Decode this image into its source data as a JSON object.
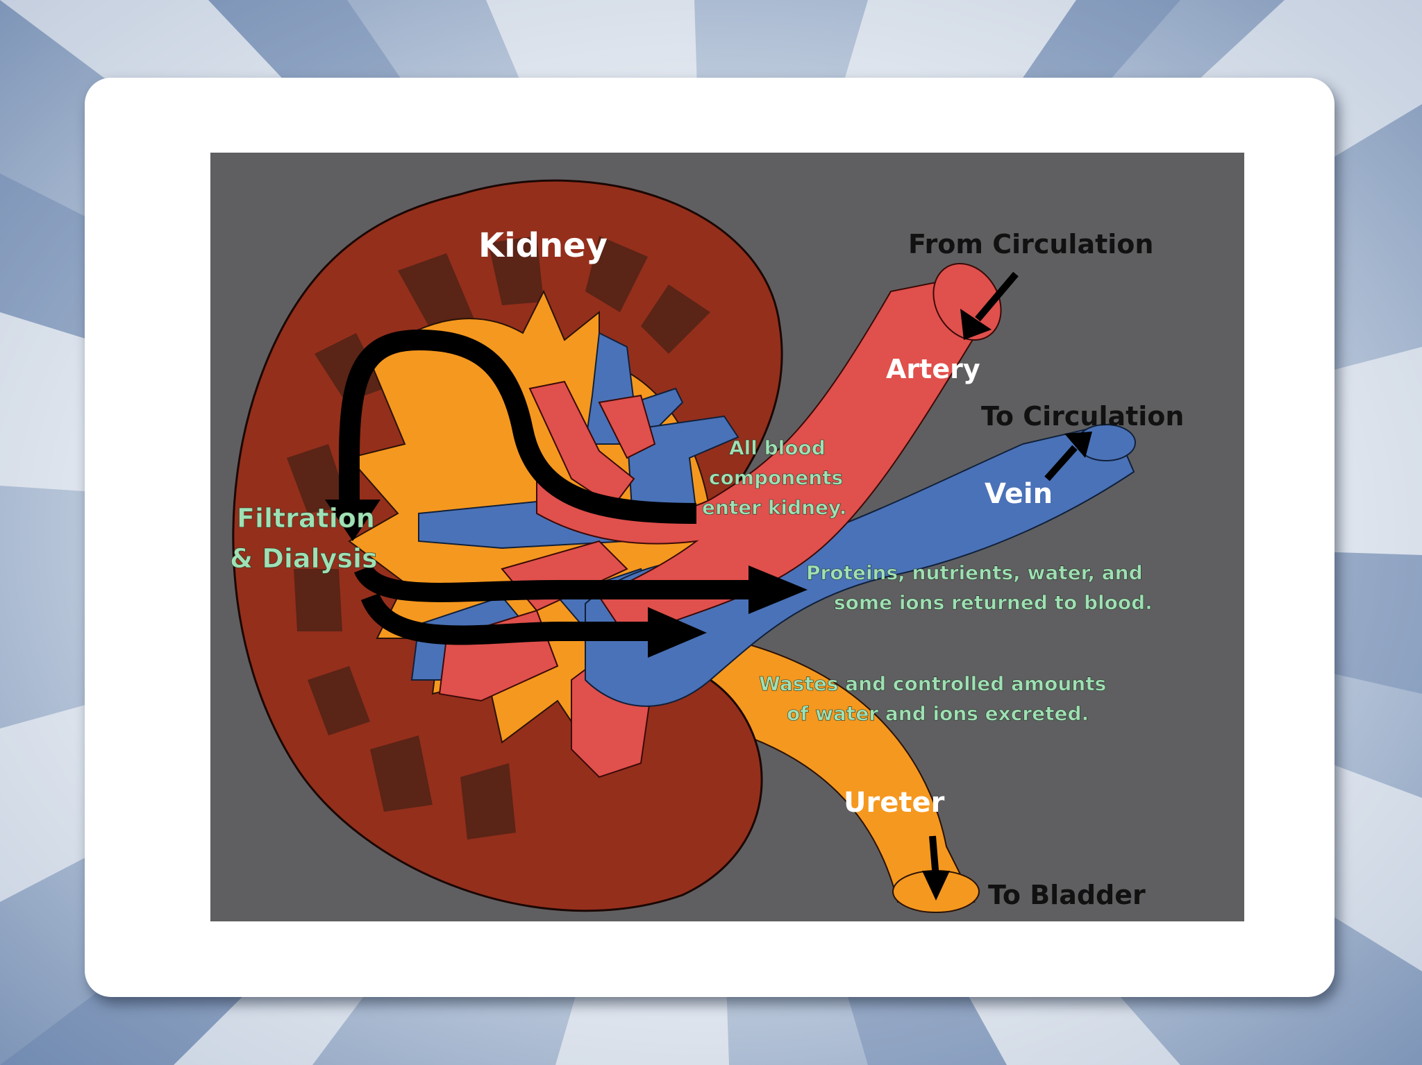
{
  "colors": {
    "page_bg": "#b9c7da",
    "card": "#ffffff",
    "panel": "#5f5f61",
    "kidney_cortex": "#942f1c",
    "pyramid": "#5a2416",
    "pelvis": "#f5981f",
    "artery": "#e0504c",
    "vein": "#4a72b8",
    "ureter": "#f5981f",
    "flow_arrow": "#000000",
    "label_white": "#ffffff",
    "label_black": "#111111",
    "label_green": "#9fe0b4"
  },
  "labels": {
    "kidney": "Kidney",
    "from_circulation": "From Circulation",
    "artery": "Artery",
    "to_circulation": "To Circulation",
    "vein": "Vein",
    "all_blood_1": "All blood",
    "all_blood_2": "components",
    "all_blood_3": "enter kidney.",
    "filtration_1": "Filtration",
    "filtration_2": "& Dialysis",
    "proteins_1": "Proteins, nutrients, water, and",
    "proteins_2": "some ions returned to blood.",
    "wastes_1": "Wastes and controlled amounts",
    "wastes_2": "of water and ions excreted.",
    "ureter": "Ureter",
    "to_bladder": "To Bladder"
  }
}
